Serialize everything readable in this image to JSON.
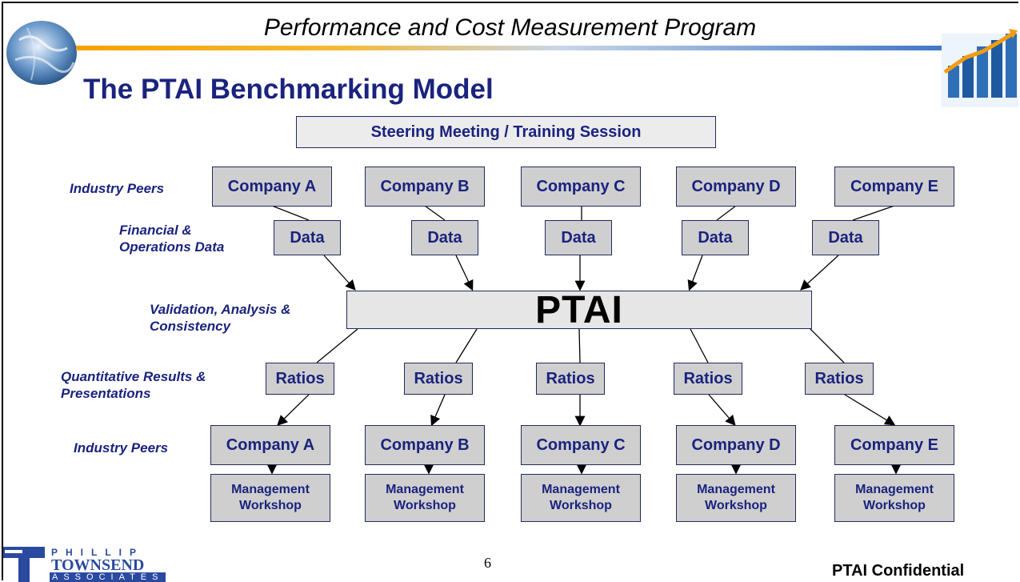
{
  "header": {
    "program_title": "Performance and Cost Measurement Program",
    "slide_title": "The PTAI Benchmarking Model"
  },
  "diagram": {
    "steering": "Steering Meeting / Training Session",
    "center": "PTAI",
    "side_labels": {
      "industry_peers_top": "Industry Peers",
      "financial_line1": "Financial &",
      "financial_line2": "Operations Data",
      "validation_line1": "Validation, Analysis &",
      "validation_line2": "Consistency",
      "quant_line1": "Quantitative Results &",
      "quant_line2": "Presentations",
      "industry_peers_bottom": "Industry Peers"
    },
    "companies": [
      "Company A",
      "Company B",
      "Company C",
      "Company D",
      "Company E"
    ],
    "data_label": "Data",
    "ratios_label": "Ratios",
    "workshop_line1": "Management",
    "workshop_line2": "Workshop"
  },
  "footer": {
    "logo_phillip": "PHILLIP",
    "logo_townsend": "TOWNSEND",
    "logo_associates": "ASSOCIATES",
    "page_number": "6",
    "confidential": "PTAI Confidential"
  },
  "colors": {
    "box_fill": "#cfcfcf",
    "text_navy": "#1a237e",
    "bar_orange": "#f3a200",
    "bar_blue": "#3b73c6"
  },
  "icons": [
    "globe-icon",
    "bar-chart-icon",
    "townsend-t-icon"
  ]
}
